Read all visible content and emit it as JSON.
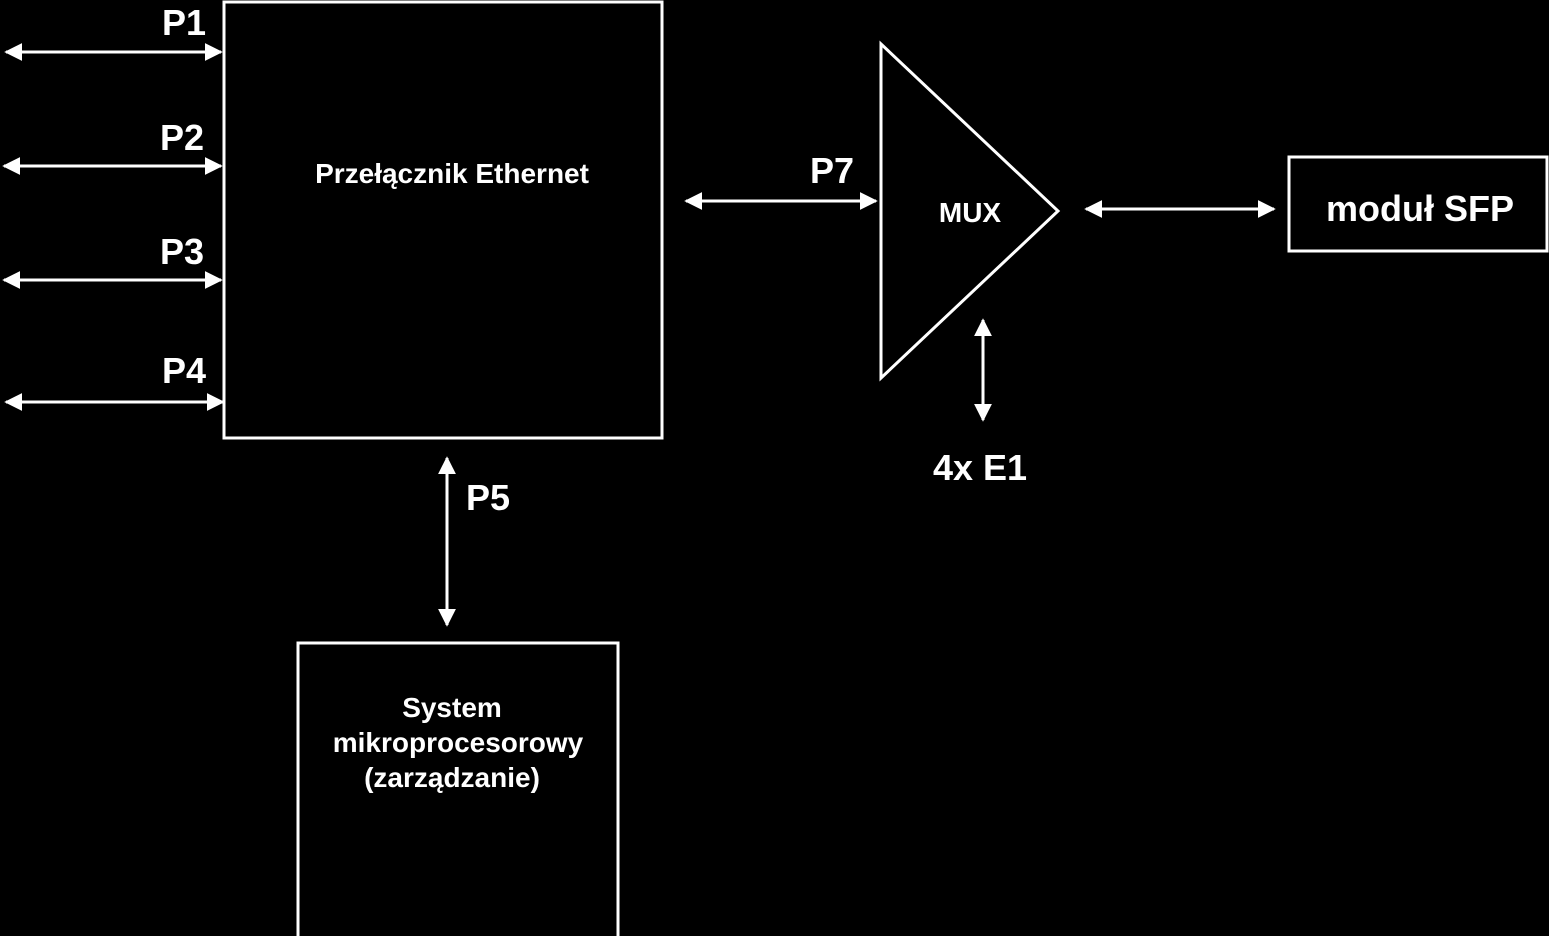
{
  "colors": {
    "background": "#000000",
    "foreground": "#ffffff"
  },
  "ports": {
    "p1": "P1",
    "p2": "P2",
    "p3": "P3",
    "p4": "P4",
    "p5": "P5",
    "p7": "P7"
  },
  "blocks": {
    "switch": "Przełącznik Ethernet",
    "cpu_line1": "System",
    "cpu_line2": "mikroprocesorowy",
    "cpu_line3": "(zarządzanie)",
    "mux": "MUX",
    "sfp": "moduł SFP",
    "e1": "4x E1"
  }
}
